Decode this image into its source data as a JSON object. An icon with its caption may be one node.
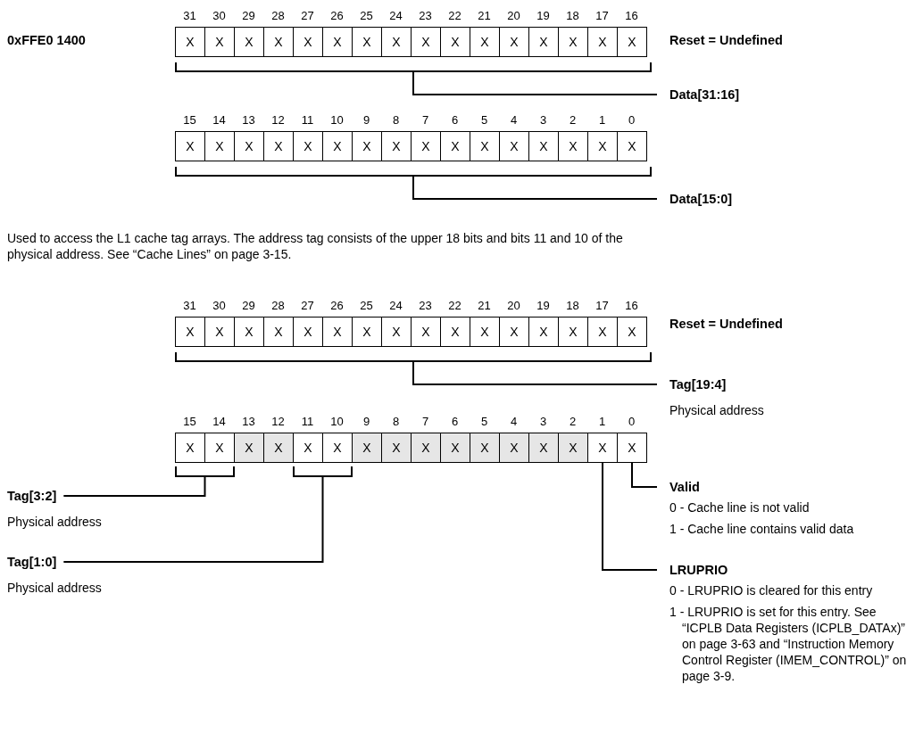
{
  "diagram": {
    "nodes": [
      {
        "text": [
          "Data[31:16]"
        ]
      },
      {
        "text": [],
        "shape": "bracket"
      },
      {
        "text": [
          "Data[15:0]"
        ]
      },
      {
        "text": [],
        "shape": "bracket"
      },
      {
        "text": [
          "Tag[19:4]"
        ],
        "beside": [
          "Physical address"
        ]
      },
      {
        "text": [],
        "shape": "bracket"
      },
      {
        "text": [
          "Tag[3:2]"
        ],
        "beside": [
          "Physical address"
        ]
      },
      {
        "text": [],
        "shape": "bracket"
      },
      {
        "text": [
          "Tag[1:0]"
        ],
        "beside": [
          "Physical address"
        ]
      },
      {
        "text": [],
        "shape": "bracket"
      },
      {
        "text": [
          "Valid"
        ],
        "beside": [
          "0 - Cache line is not valid",
          "1 - Cache line contains valid data"
        ]
      },
      {
        "text": [
          "LRUPRIO"
        ],
        "beside": [
          "0 - LRUPRIO is cleared for this entry",
          "1 - LRUPRIO is set for this entry. See “ICPLB Data Registers (ICPLB_DATAx)” on page 3-63 and “Instruction Memory Control Register (IMEM_CONTROL)” on page 3-9."
        ]
      },
      {
        "text": [
          "X"
        ]
      },
      {
        "text": [
          "X"
        ]
      }
    ],
    "edges": [
      {
        "from": 0,
        "to": 1,
        "arrow": "none"
      },
      {
        "from": 2,
        "to": 3,
        "arrow": "none"
      },
      {
        "from": 4,
        "to": 5,
        "arrow": "none"
      },
      {
        "from": 6,
        "to": 7,
        "arrow": "none"
      },
      {
        "from": 8,
        "to": 9,
        "arrow": "none"
      },
      {
        "from": 10,
        "to": 13,
        "arrow": "none"
      },
      {
        "from": 11,
        "to": 12,
        "arrow": "none"
      }
    ],
    "labels": [
      "0xFFE0 1400",
      "31",
      "30",
      "29",
      "28",
      "27",
      "26",
      "25",
      "24",
      "23",
      "22",
      "21",
      "20",
      "19",
      "18",
      "17",
      "16",
      "X",
      "X",
      "X",
      "X",
      "X",
      "X",
      "X",
      "X",
      "X",
      "X",
      "X",
      "X",
      "X",
      "X",
      "X",
      "X",
      "Reset = Undefined",
      "15",
      "14",
      "13",
      "12",
      "11",
      "10",
      "9",
      "8",
      "7",
      "6",
      "5",
      "4",
      "3",
      "2",
      "1",
      "0",
      "X",
      "X",
      "X",
      "X",
      "X",
      "X",
      "X",
      "X",
      "X",
      "X",
      "X",
      "X",
      "X",
      "X",
      "X",
      "X",
      "Used to access the L1 cache tag arrays. The address tag consists of the upper 18 bits and bits 11 and 10 of the physical address. See “Cache Lines” on page 3-15.",
      "31",
      "30",
      "29",
      "28",
      "27",
      "26",
      "25",
      "24",
      "23",
      "22",
      "21",
      "20",
      "19",
      "18",
      "17",
      "16",
      "X",
      "X",
      "X",
      "X",
      "X",
      "X",
      "X",
      "X",
      "X",
      "X",
      "X",
      "X",
      "X",
      "X",
      "X",
      "X",
      "Reset = Undefined",
      "15",
      "14",
      "13",
      "12",
      "11",
      "10",
      "9",
      "8",
      "7",
      "6",
      "5",
      "4",
      "3",
      "2",
      "1",
      "0",
      "X",
      "X",
      "X",
      "X",
      "X",
      "X",
      "X",
      "X",
      "X",
      "X",
      "X",
      "X",
      "X",
      "X"
    ]
  }
}
